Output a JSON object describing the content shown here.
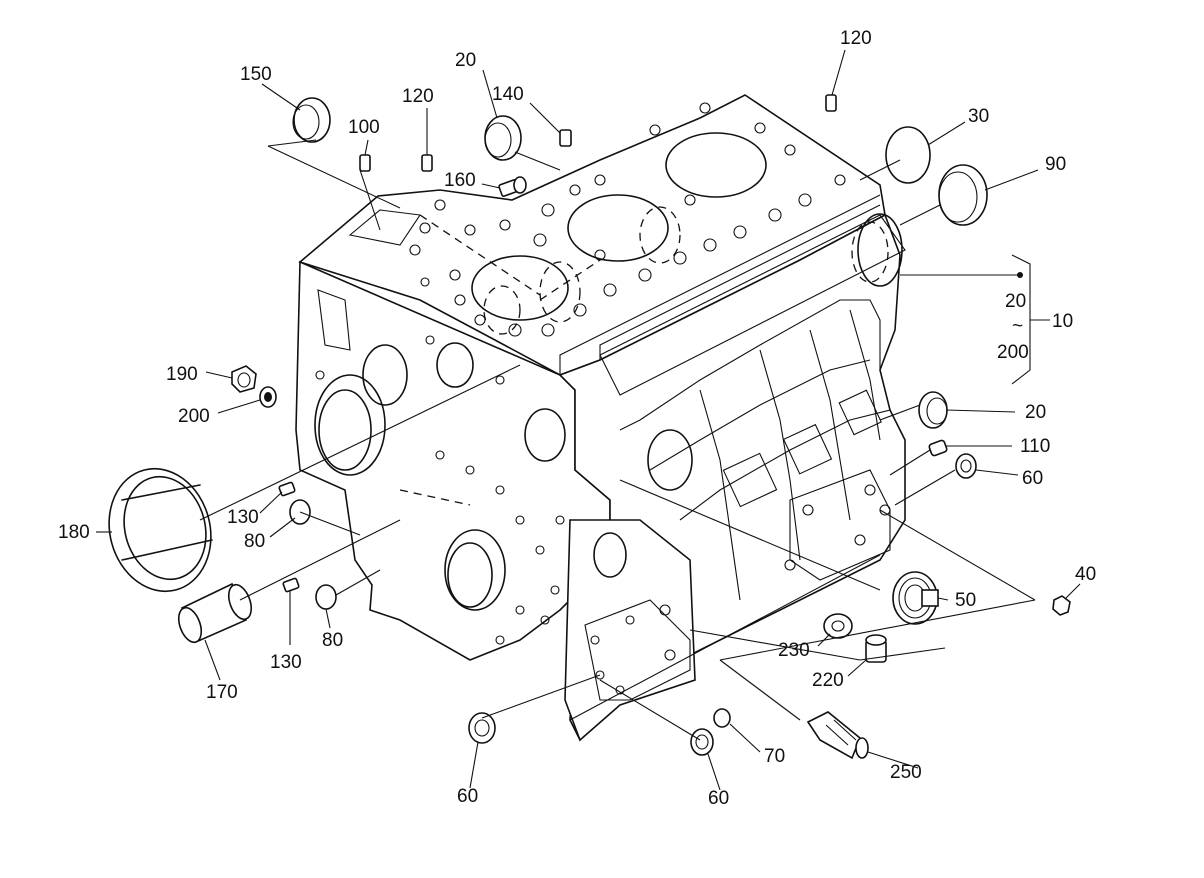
{
  "labels": {
    "l150": "150",
    "l100": "100",
    "l120a": "120",
    "l20a": "20",
    "l140": "140",
    "l120b": "120",
    "l30": "30",
    "l90": "90",
    "l160": "160",
    "l20_range_top": "20",
    "l20_range_tilde": "~",
    "l200_range": "200",
    "l10": "10",
    "l190": "190",
    "l200": "200",
    "l20b": "20",
    "l110": "110",
    "l60a": "60",
    "l130a": "130",
    "l80a": "80",
    "l180": "180",
    "l170": "170",
    "l130b": "130",
    "l80b": "80",
    "l40": "40",
    "l50": "50",
    "l230": "230",
    "l220": "220",
    "l70": "70",
    "l250": "250",
    "l60b": "60",
    "l60c": "60"
  }
}
